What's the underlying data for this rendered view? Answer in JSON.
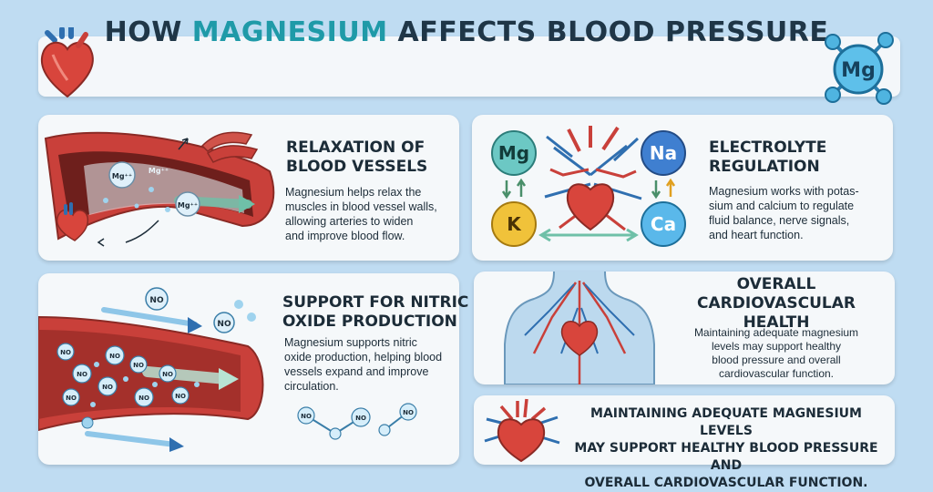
{
  "title": {
    "prefix": "HOW ",
    "accent": "MAGNESIUM",
    "suffix": " AFFECTS BLOOD PRESSURE",
    "badge": "Mg"
  },
  "colors": {
    "background": "#bfdcf2",
    "card": "#f5f8fa",
    "accent_teal": "#1f9aa8",
    "vessel_red": "#c9403a",
    "text_dark": "#1c2c38"
  },
  "cards": {
    "relaxation": {
      "heading": "RELAXATION OF\nBLOOD VESSELS",
      "body": "Magnesium helps relax the\nmuscles in blood vessel walls,\nallowing arteries to widen\nand improve blood flow.",
      "ion_labels": [
        "Mg⁺⁺",
        "Mg⁺⁺",
        "Mg⁺⁺"
      ]
    },
    "electrolyte": {
      "heading": "ELECTROLYTE\nREGULATION",
      "body": "Magnesium works with potas-\nsium and calcium to regulate\nfluid balance, nerve signals,\nand heart function.",
      "ions": [
        "Mg",
        "Na",
        "K",
        "Ca"
      ]
    },
    "nitric_oxide": {
      "heading": "SUPPORT FOR NITRIC\nOXIDE PRODUCTION",
      "body": "Magnesium supports nitric\noxide production, helping blood\nvessels expand and improve\ncirculation.",
      "molecule_label": "NO"
    },
    "cardiovascular": {
      "heading": "OVERALL\nCARDIOVASCULAR\nHEALTH",
      "body": "Maintaining adequate magnesium\nlevels may support healthy\nblood pressure and overall\ncardiovascular function."
    },
    "callout": {
      "text": "MAINTAINING ADEQUATE MAGNESIUM LEVELS\nMAY SUPPORT HEALTHY BLOOD PRESSURE AND\nOVERALL CARDIOVASCULAR FUNCTION."
    }
  }
}
